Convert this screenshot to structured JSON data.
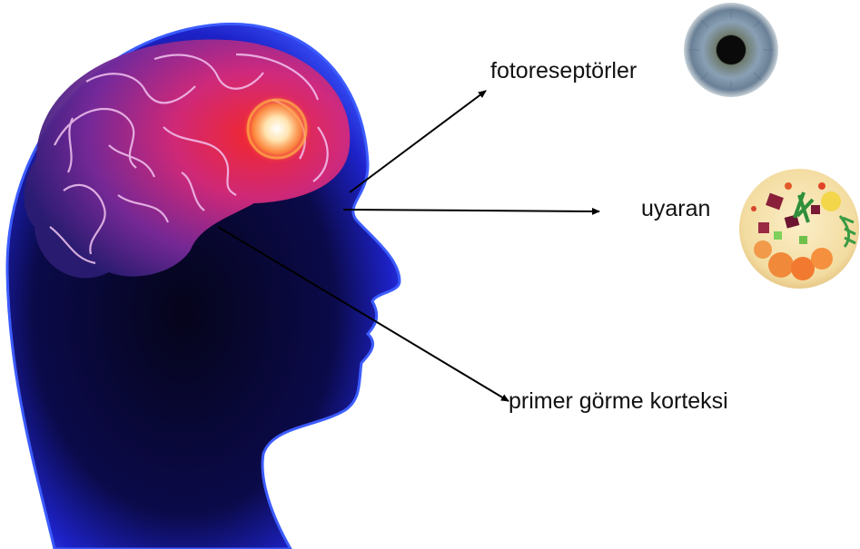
{
  "labels": {
    "photoreceptors": "fotoreseptörler",
    "stimulus": "uyaran",
    "visual_cortex": "primer görme korteksi"
  },
  "icons": {
    "head": "human-head-silhouette-icon",
    "brain": "glowing-brain-icon",
    "eye": "eye-iris-icon",
    "food": "food-plate-icon"
  },
  "colors": {
    "silhouette_dark": "#050418",
    "silhouette_glow": "#2b3cf5",
    "brain_pink": "#e7a6e6",
    "brain_hot": "#ff1f2e",
    "arrow": "#000000",
    "iris": "#7f93a6",
    "plate": "#f7e7b7"
  }
}
